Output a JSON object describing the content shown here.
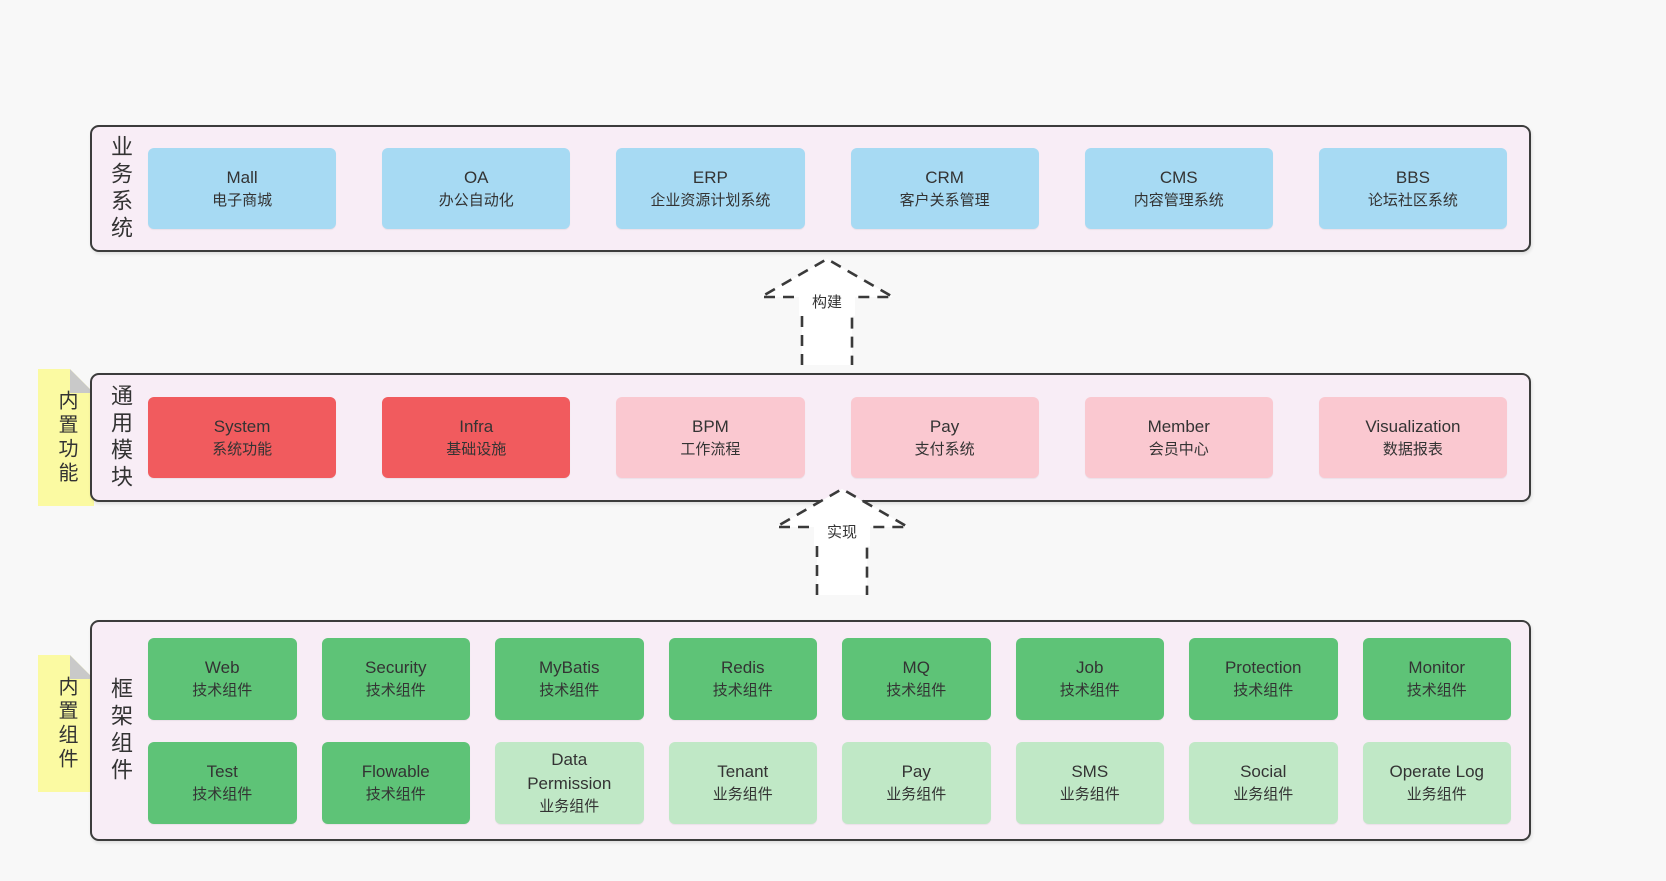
{
  "sections": {
    "business": {
      "label": "业务系统",
      "items": [
        {
          "title": "Mall",
          "subtitle": "电子商城",
          "variant": "blue"
        },
        {
          "title": "OA",
          "subtitle": "办公自动化",
          "variant": "blue"
        },
        {
          "title": "ERP",
          "subtitle": "企业资源计划系统",
          "variant": "blue"
        },
        {
          "title": "CRM",
          "subtitle": "客户关系管理",
          "variant": "blue"
        },
        {
          "title": "CMS",
          "subtitle": "内容管理系统",
          "variant": "blue"
        },
        {
          "title": "BBS",
          "subtitle": "论坛社区系统",
          "variant": "blue"
        }
      ]
    },
    "modules": {
      "label": "通用模块",
      "note": "内置功能",
      "items": [
        {
          "title": "System",
          "subtitle": "系统功能",
          "variant": "red"
        },
        {
          "title": "Infra",
          "subtitle": "基础设施",
          "variant": "red"
        },
        {
          "title": "BPM",
          "subtitle": "工作流程",
          "variant": "pink"
        },
        {
          "title": "Pay",
          "subtitle": "支付系统",
          "variant": "pink"
        },
        {
          "title": "Member",
          "subtitle": "会员中心",
          "variant": "pink"
        },
        {
          "title": "Visualization",
          "subtitle": "数据报表",
          "variant": "pink"
        }
      ]
    },
    "components": {
      "label": "框架组件",
      "note": "内置组件",
      "items": [
        {
          "title": "Web",
          "subtitle": "技术组件",
          "variant": "green-dark"
        },
        {
          "title": "Security",
          "subtitle": "技术组件",
          "variant": "green-dark"
        },
        {
          "title": "MyBatis",
          "subtitle": "技术组件",
          "variant": "green-dark"
        },
        {
          "title": "Redis",
          "subtitle": "技术组件",
          "variant": "green-dark"
        },
        {
          "title": "MQ",
          "subtitle": "技术组件",
          "variant": "green-dark"
        },
        {
          "title": "Job",
          "subtitle": "技术组件",
          "variant": "green-dark"
        },
        {
          "title": "Protection",
          "subtitle": "技术组件",
          "variant": "green-dark"
        },
        {
          "title": "Monitor",
          "subtitle": "技术组件",
          "variant": "green-dark"
        },
        {
          "title": "Test",
          "subtitle": "技术组件",
          "variant": "green-dark"
        },
        {
          "title": "Flowable",
          "subtitle": "技术组件",
          "variant": "green-dark"
        },
        {
          "title": "Data Permission",
          "subtitle": "业务组件",
          "variant": "green-light"
        },
        {
          "title": "Tenant",
          "subtitle": "业务组件",
          "variant": "green-light"
        },
        {
          "title": "Pay",
          "subtitle": "业务组件",
          "variant": "green-light"
        },
        {
          "title": "SMS",
          "subtitle": "业务组件",
          "variant": "green-light"
        },
        {
          "title": "Social",
          "subtitle": "业务组件",
          "variant": "green-light"
        },
        {
          "title": "Operate Log",
          "subtitle": "业务组件",
          "variant": "green-light"
        }
      ]
    }
  },
  "arrows": [
    {
      "label": "构建"
    },
    {
      "label": "实现"
    }
  ],
  "colors": {
    "page_bg": "#f8f8f8",
    "container_bg": "#f8edf6",
    "container_border": "#3c3c3c",
    "blue": "#a7daf3",
    "red": "#f15b5e",
    "pink": "#fac8d0",
    "green_dark": "#5ec377",
    "green_light": "#c0e8c6",
    "note_yellow": "#fbfaa2",
    "note_fold": "#c9c9c9",
    "text": "#333333"
  }
}
